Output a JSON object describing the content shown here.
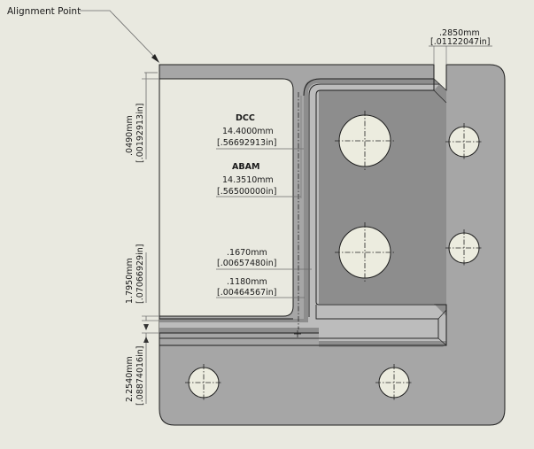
{
  "labels": {
    "alignment_point": "Alignment Point",
    "dcc_title": "DCC",
    "dcc_mm": "14.4000mm",
    "dcc_in": "[.56692913in]",
    "abam_title": "ABAM",
    "abam_mm": "14.3510mm",
    "abam_in": "[.56500000in]",
    "gap1_mm": ".1670mm",
    "gap1_in": "[.00657480in]",
    "gap2_mm": ".1180mm",
    "gap2_in": "[.00464567in]",
    "top_mm": ".2850mm",
    "top_in": "[.01122047in]",
    "v1_mm": ".0490mm",
    "v1_in": "[.00192913in]",
    "v2_mm": "1.7950mm",
    "v2_in": "[.07066929in]",
    "v3_mm": "2.2540mm",
    "v3_in": "[.08874016in]"
  },
  "colors": {
    "background": "#e9e9e0",
    "plate": "#a6a6a6",
    "stroke": "#1e1e1e",
    "hole": "#ececdf"
  }
}
